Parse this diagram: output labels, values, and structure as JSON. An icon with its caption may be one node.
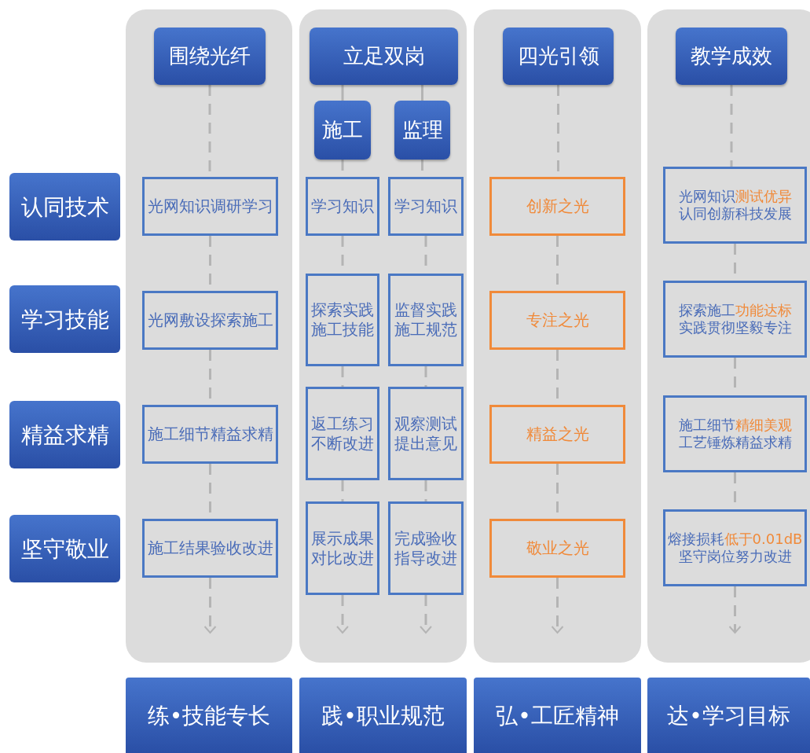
{
  "diagram": {
    "nodes": [
      {
        "text": [
          "围绕光纤"
        ]
      },
      {
        "text": [
          "立足双岗"
        ]
      },
      {
        "text": [
          "四光引领"
        ]
      },
      {
        "text": [
          "教学成效"
        ]
      },
      {
        "text": [
          "施工"
        ]
      },
      {
        "text": [
          "监理"
        ]
      },
      {
        "text": [
          "认同技术"
        ]
      },
      {
        "text": [
          "光网知识调研学习"
        ]
      },
      {
        "text": [
          "学习知识"
        ]
      },
      {
        "text": [
          "学习知识"
        ]
      },
      {
        "text": [
          "创新之光"
        ]
      },
      {
        "text": [
          "光网知识",
          "测试优异",
          "认同创新科技发展"
        ]
      },
      {
        "text": [
          "学习技能"
        ]
      },
      {
        "text": [
          "光网敷设探索施工"
        ]
      },
      {
        "text": [
          "探索实践施工技能"
        ]
      },
      {
        "text": [
          "监督实践施工规范"
        ]
      },
      {
        "text": [
          "专注之光"
        ]
      },
      {
        "text": [
          "探索施工",
          "功能达标",
          "实践贯彻坚毅专注"
        ]
      },
      {
        "text": [
          "精益求精"
        ]
      },
      {
        "text": [
          "施工细节精益求精"
        ]
      },
      {
        "text": [
          "返工练习不断改进"
        ]
      },
      {
        "text": [
          "观察测试提出意见"
        ]
      },
      {
        "text": [
          "精益之光"
        ]
      },
      {
        "text": [
          "施工细节",
          "精细美观",
          "工艺锤炼精益求精"
        ]
      },
      {
        "text": [
          "坚守敬业"
        ]
      },
      {
        "text": [
          "施工结果验收改进"
        ]
      },
      {
        "text": [
          "展示成果对比改进"
        ]
      },
      {
        "text": [
          "完成验收指导改进"
        ]
      },
      {
        "text": [
          "敬业之光"
        ]
      },
      {
        "text": [
          "熔接损耗",
          "低于0.01dB",
          "坚守岗位努力改进"
        ]
      },
      {
        "text": [
          "练•技能专长"
        ]
      },
      {
        "text": [
          "践•职业规范"
        ]
      },
      {
        "text": [
          "弘•工匠精神"
        ]
      },
      {
        "text": [
          "达•学习目标"
        ]
      }
    ],
    "edges": [
      {
        "from": 0,
        "to": 7,
        "arrow": "none",
        "style": "dashed"
      },
      {
        "from": 7,
        "to": 13,
        "arrow": "none",
        "style": "dashed"
      },
      {
        "from": 13,
        "to": 19,
        "arrow": "none",
        "style": "dashed"
      },
      {
        "from": 19,
        "to": 25,
        "arrow": "none",
        "style": "dashed"
      },
      {
        "from": 25,
        "to": null,
        "arrow": "to",
        "style": "dashed"
      },
      {
        "from": 1,
        "to": 4,
        "arrow": "none"
      },
      {
        "from": 1,
        "to": 5,
        "arrow": "none"
      },
      {
        "from": 4,
        "to": 8,
        "arrow": "none",
        "style": "dashed"
      },
      {
        "from": 8,
        "to": 14,
        "arrow": "none",
        "style": "dashed"
      },
      {
        "from": 14,
        "to": 20,
        "arrow": "none",
        "style": "dashed"
      },
      {
        "from": 20,
        "to": 26,
        "arrow": "none",
        "style": "dashed"
      },
      {
        "from": 26,
        "to": null,
        "arrow": "to",
        "style": "dashed"
      },
      {
        "from": 5,
        "to": 9,
        "arrow": "none",
        "style": "dashed"
      },
      {
        "from": 9,
        "to": 15,
        "arrow": "none",
        "style": "dashed"
      },
      {
        "from": 15,
        "to": 21,
        "arrow": "none",
        "style": "dashed"
      },
      {
        "from": 21,
        "to": 27,
        "arrow": "none",
        "style": "dashed"
      },
      {
        "from": 27,
        "to": null,
        "arrow": "to",
        "style": "dashed"
      },
      {
        "from": 2,
        "to": 10,
        "arrow": "none",
        "style": "dashed"
      },
      {
        "from": 10,
        "to": 16,
        "arrow": "none",
        "style": "dashed"
      },
      {
        "from": 16,
        "to": 22,
        "arrow": "none",
        "style": "dashed"
      },
      {
        "from": 22,
        "to": 28,
        "arrow": "none",
        "style": "dashed"
      },
      {
        "from": 28,
        "to": null,
        "arrow": "to",
        "style": "dashed"
      },
      {
        "from": 3,
        "to": 11,
        "arrow": "none",
        "style": "dashed"
      },
      {
        "from": 11,
        "to": 17,
        "arrow": "none",
        "style": "dashed"
      },
      {
        "from": 17,
        "to": 23,
        "arrow": "none",
        "style": "dashed"
      },
      {
        "from": 23,
        "to": 29,
        "arrow": "none",
        "style": "dashed"
      },
      {
        "from": 29,
        "to": null,
        "arrow": "to",
        "style": "dashed"
      }
    ]
  }
}
